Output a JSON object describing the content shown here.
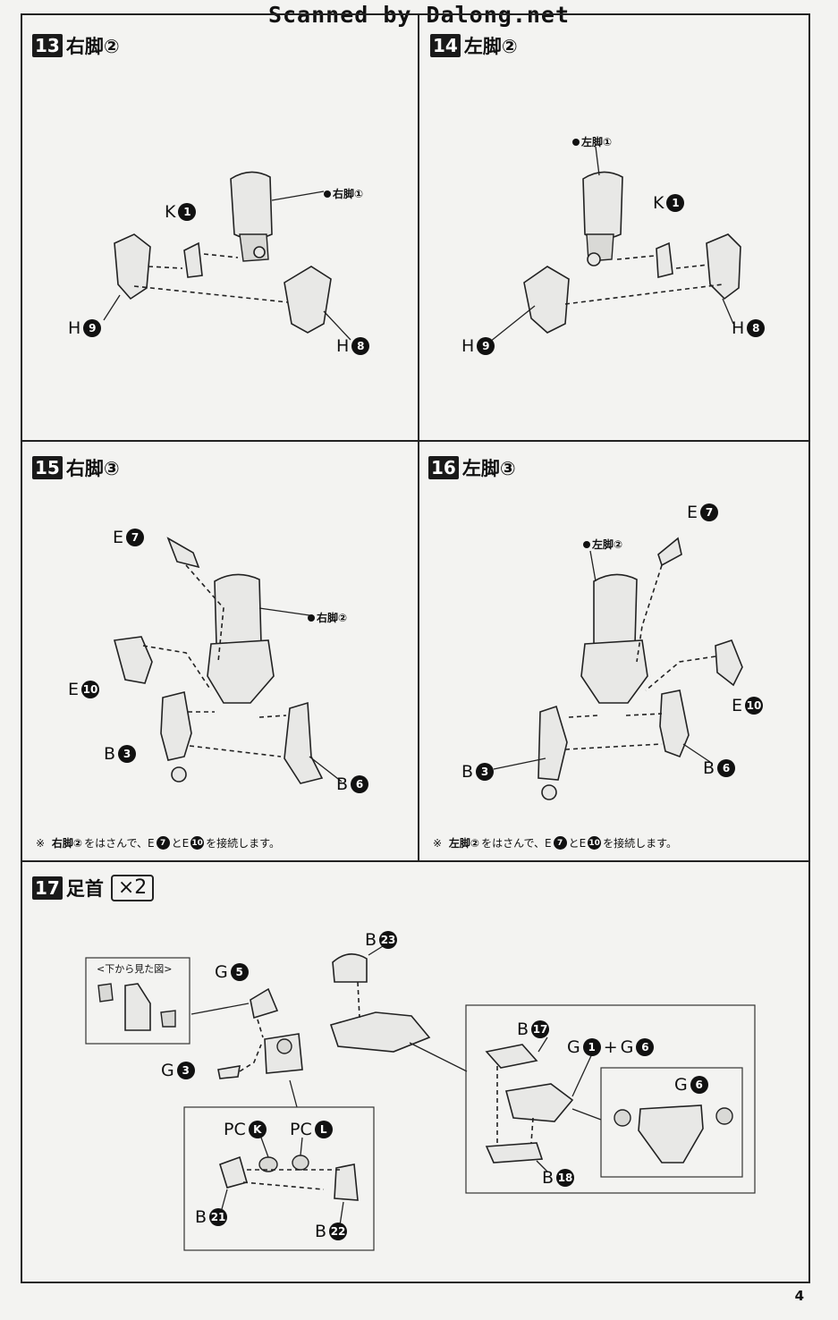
{
  "watermark": "Scanned by Dalong.net",
  "page_number": "4",
  "steps": {
    "s13": {
      "num": "13",
      "title": "右脚②",
      "ref": "右脚①",
      "labels": {
        "k": {
          "letter": "K",
          "n": "1"
        },
        "h9": {
          "letter": "H",
          "n": "9"
        },
        "h8": {
          "letter": "H",
          "n": "8"
        }
      }
    },
    "s14": {
      "num": "14",
      "title": "左脚②",
      "ref": "左脚①",
      "labels": {
        "k": {
          "letter": "K",
          "n": "1"
        },
        "h9": {
          "letter": "H",
          "n": "9"
        },
        "h8": {
          "letter": "H",
          "n": "8"
        }
      }
    },
    "s15": {
      "num": "15",
      "title": "右脚③",
      "ref": "右脚②",
      "labels": {
        "e7": {
          "letter": "E",
          "n": "7"
        },
        "e10": {
          "letter": "E",
          "n": "10"
        },
        "b3": {
          "letter": "B",
          "n": "3"
        },
        "b6": {
          "letter": "B",
          "n": "6"
        }
      },
      "note": {
        "prefix": "※",
        "bold": "右脚②",
        "mid": "をはさんで、E",
        "n1": "7",
        "and": "とE",
        "n2": "10",
        "end": "を接続します。"
      }
    },
    "s16": {
      "num": "16",
      "title": "左脚③",
      "ref": "左脚②",
      "labels": {
        "e7": {
          "letter": "E",
          "n": "7"
        },
        "e10": {
          "letter": "E",
          "n": "10"
        },
        "b3": {
          "letter": "B",
          "n": "3"
        },
        "b6": {
          "letter": "B",
          "n": "6"
        }
      },
      "note": {
        "prefix": "※",
        "bold": "左脚②",
        "mid": "をはさんで、E",
        "n1": "7",
        "and": "とE",
        "n2": "10",
        "end": "を接続します。"
      }
    },
    "s17": {
      "num": "17",
      "title": "足首",
      "times": "×2",
      "view_label": "<下から見た図>",
      "plus": "+",
      "labels": {
        "g5": {
          "letter": "G",
          "n": "5"
        },
        "g3": {
          "letter": "G",
          "n": "3"
        },
        "b23": {
          "letter": "B",
          "n": "23"
        },
        "b17": {
          "letter": "B",
          "n": "17"
        },
        "g1": {
          "letter": "G",
          "n": "1"
        },
        "g6a": {
          "letter": "G",
          "n": "6"
        },
        "g6b": {
          "letter": "G",
          "n": "6"
        },
        "b18": {
          "letter": "B",
          "n": "18"
        },
        "pck": {
          "letter": "PC",
          "n": "K"
        },
        "pcl": {
          "letter": "PC",
          "n": "L"
        },
        "b21": {
          "letter": "B",
          "n": "21"
        },
        "b22": {
          "letter": "B",
          "n": "22"
        }
      }
    }
  }
}
